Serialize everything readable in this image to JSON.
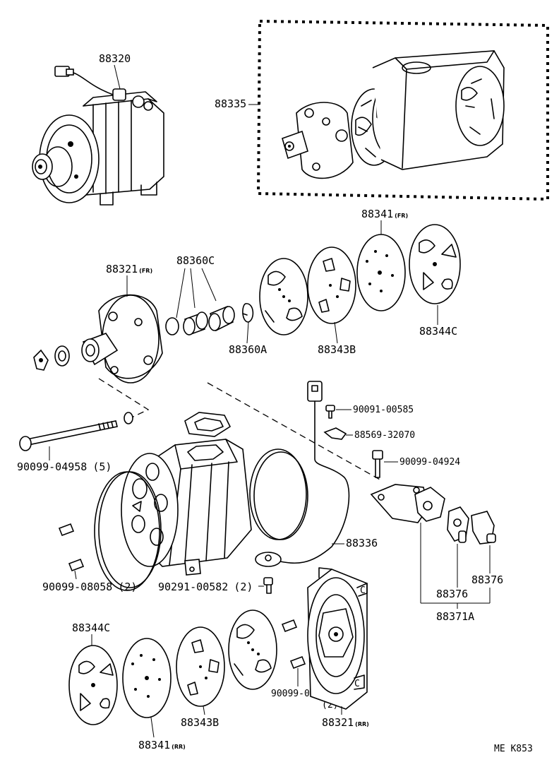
{
  "figure_code": "ME K853",
  "labels": {
    "p88320": "88320",
    "p88335": "88335",
    "p88341fr": "88341",
    "p88341fr_tag": "(FR)",
    "p88321fr": "88321",
    "p88321fr_tag": "(FR)",
    "p88360c": "88360C",
    "p88360a": "88360A",
    "p88343b_top": "88343B",
    "p88344c_top": "88344C",
    "p90091": "90091-00585",
    "p88569": "88569-32070",
    "p90099_04924": "90099-04924",
    "p90099_04958": "90099-04958",
    "p90099_04958_qty": "(5)",
    "p88336": "88336",
    "p90099_08058_left": "90099-08058",
    "p90099_08058_left_qty": "(2)",
    "p90291": "90291-00582",
    "p90291_qty": "(2)",
    "p88376_a": "88376",
    "p88376_b": "88376",
    "p88371a": "88371A",
    "p88344c_bottom": "88344C",
    "p88343b_bottom": "88343B",
    "p88341rr": "88341",
    "p88341rr_tag": "(RR)",
    "p90099_08058_right": "90099-08058",
    "p90099_08058_right_qty": "(2)",
    "p88321rr": "88321",
    "p88321rr_tag": "(RR)"
  }
}
